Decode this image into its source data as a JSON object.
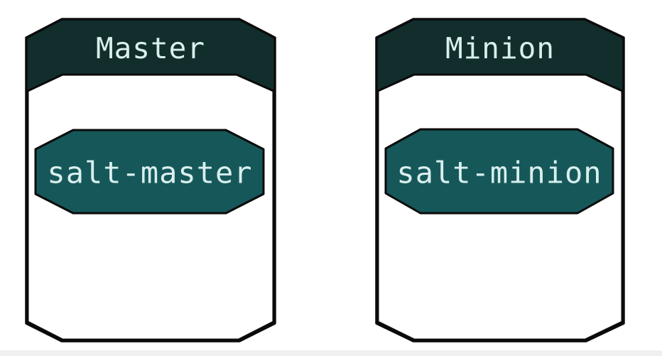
{
  "diagram": {
    "colors": {
      "header_fill": "#122e2c",
      "body_fill": "#ffffff",
      "badge_fill": "#16585a",
      "outline": "#0b0b0b",
      "label_color": "#d9efee",
      "bottom_strip": "#f0f0f0"
    },
    "nodes": {
      "master": {
        "title": "Master",
        "service": "salt-master"
      },
      "minion": {
        "title": "Minion",
        "service": "salt-minion"
      }
    }
  }
}
